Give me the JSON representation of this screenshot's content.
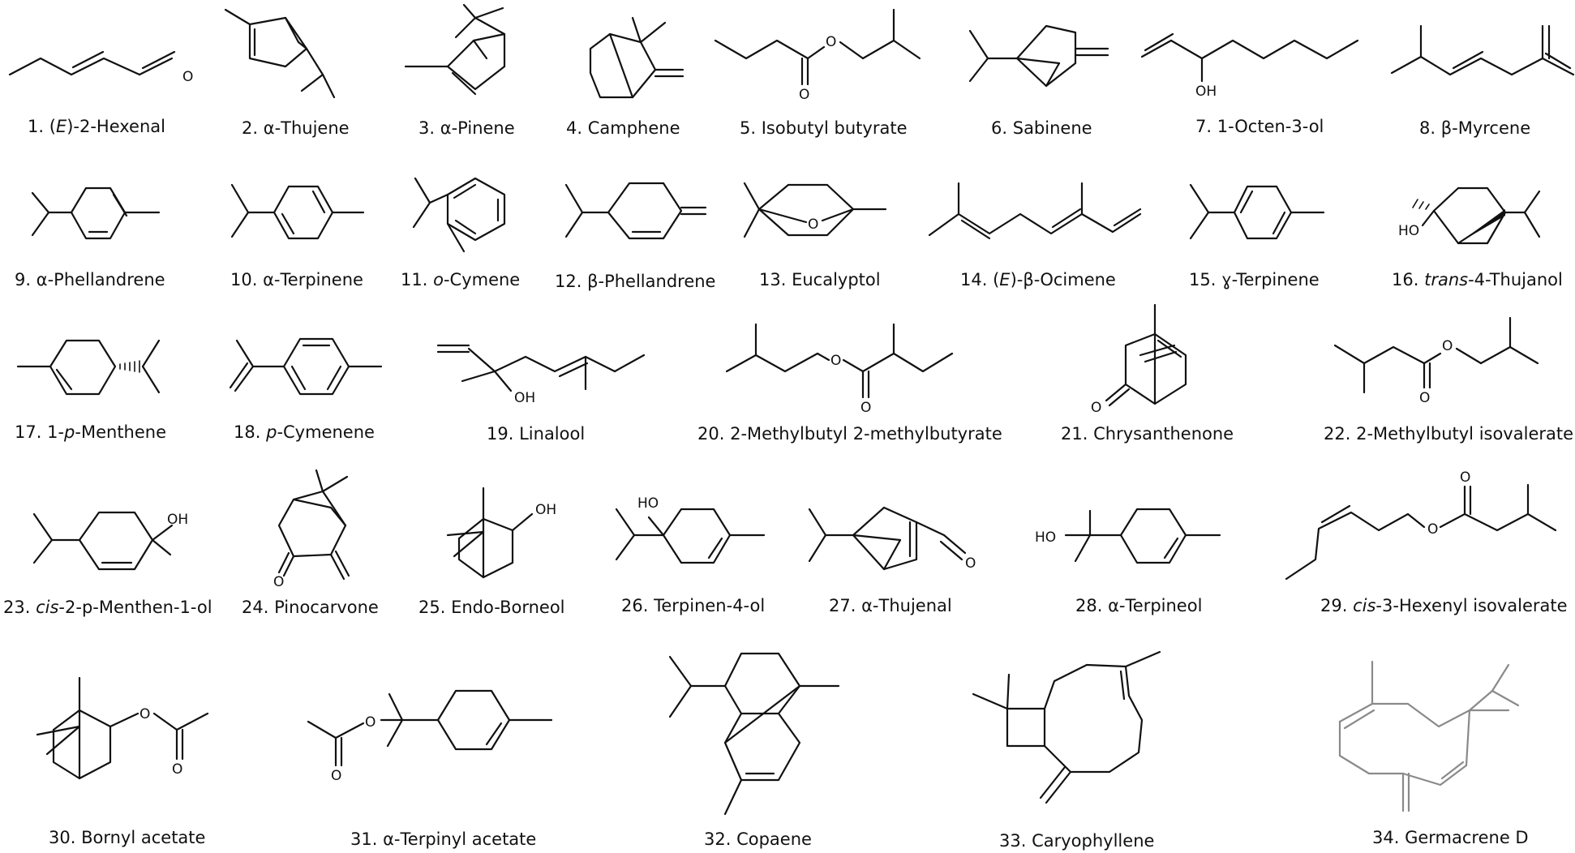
{
  "compounds": [
    {
      "num": "1.",
      "pre": "(",
      "em": "E",
      "post": ")-2-Hexenal"
    },
    {
      "num": "2.",
      "pre": "",
      "em": "",
      "post": "α-Thujene"
    },
    {
      "num": "3.",
      "pre": "",
      "em": "",
      "post": "α-Pinene"
    },
    {
      "num": "4.",
      "pre": "",
      "em": "",
      "post": "Camphene"
    },
    {
      "num": "5.",
      "pre": "",
      "em": "",
      "post": "Isobutyl butyrate"
    },
    {
      "num": "6.",
      "pre": "",
      "em": "",
      "post": "Sabinene"
    },
    {
      "num": "7.",
      "pre": "",
      "em": "",
      "post": "1-Octen-3-ol"
    },
    {
      "num": "8.",
      "pre": "",
      "em": "",
      "post": "β-Myrcene"
    },
    {
      "num": "9.",
      "pre": "",
      "em": "",
      "post": "α-Phellandrene"
    },
    {
      "num": "10.",
      "pre": "",
      "em": "",
      "post": "α-Terpinene"
    },
    {
      "num": "11.",
      "pre": "",
      "em": "o",
      "post": "-Cymene"
    },
    {
      "num": "12.",
      "pre": "",
      "em": "",
      "post": "β-Phellandrene"
    },
    {
      "num": "13.",
      "pre": "",
      "em": "",
      "post": "Eucalyptol"
    },
    {
      "num": "14.",
      "pre": "(",
      "em": "E",
      "post": ")-β-Ocimene"
    },
    {
      "num": "15.",
      "pre": "",
      "em": "",
      "post": "ɣ-Terpinene"
    },
    {
      "num": "16.",
      "pre": "",
      "em": "trans",
      "post": "-4-Thujanol"
    },
    {
      "num": "17.",
      "pre": "1-",
      "em": "p",
      "post": "-Menthene"
    },
    {
      "num": "18.",
      "pre": "",
      "em": "p",
      "post": "-Cymenene"
    },
    {
      "num": "19.",
      "pre": "",
      "em": "",
      "post": "Linalool"
    },
    {
      "num": "20.",
      "pre": "",
      "em": "",
      "post": "2-Methylbutyl 2-methylbutyrate"
    },
    {
      "num": "21.",
      "pre": "",
      "em": "",
      "post": "Chrysanthenone"
    },
    {
      "num": "22.",
      "pre": "",
      "em": "",
      "post": "2-Methylbutyl isovalerate"
    },
    {
      "num": "23.",
      "pre": "",
      "em": "cis",
      "post": "-2-p-Menthen-1-ol"
    },
    {
      "num": "24.",
      "pre": "",
      "em": "",
      "post": "Pinocarvone"
    },
    {
      "num": "25.",
      "pre": "",
      "em": "",
      "post": "Endo-Borneol"
    },
    {
      "num": "26.",
      "pre": "",
      "em": "",
      "post": "Terpinen-4-ol"
    },
    {
      "num": "27.",
      "pre": "",
      "em": "",
      "post": "α-Thujenal"
    },
    {
      "num": "28.",
      "pre": "",
      "em": "",
      "post": "α-Terpineol"
    },
    {
      "num": "29.",
      "pre": "",
      "em": "cis",
      "post": "-3-Hexenyl isovalerate"
    },
    {
      "num": "30.",
      "pre": "",
      "em": "",
      "post": "Bornyl acetate"
    },
    {
      "num": "31.",
      "pre": "",
      "em": "",
      "post": "α-Terpinyl acetate"
    },
    {
      "num": "32.",
      "pre": "",
      "em": "",
      "post": "Copaene"
    },
    {
      "num": "33.",
      "pre": "",
      "em": "",
      "post": "Caryophyllene"
    },
    {
      "num": "34.",
      "pre": "",
      "em": "",
      "post": "Germacrene D"
    }
  ],
  "atoms": {
    "oxygen": "O",
    "hydroxyl_right": "OH",
    "hydroxyl_left": "HO"
  },
  "colors": {
    "ink": "#111111",
    "faded_ink": "#8a8a8a",
    "background": "#ffffff"
  }
}
